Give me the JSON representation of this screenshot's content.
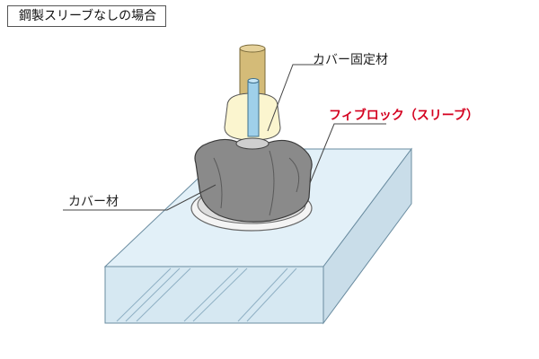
{
  "title": "鋼製スリーブなしの場合",
  "labels": {
    "cover_fixing": "カバー固定材",
    "fiblock": "フィブロック（スリーブ）",
    "cover": "カバー材"
  },
  "colors": {
    "accent_red": "#d4001f",
    "slab": "#dfeef6",
    "cover_gray": "#8a8a8a",
    "pipe_tan": "#d4bb78",
    "pipe_blue": "#9fd0ea",
    "cream": "#fbf5cf"
  }
}
